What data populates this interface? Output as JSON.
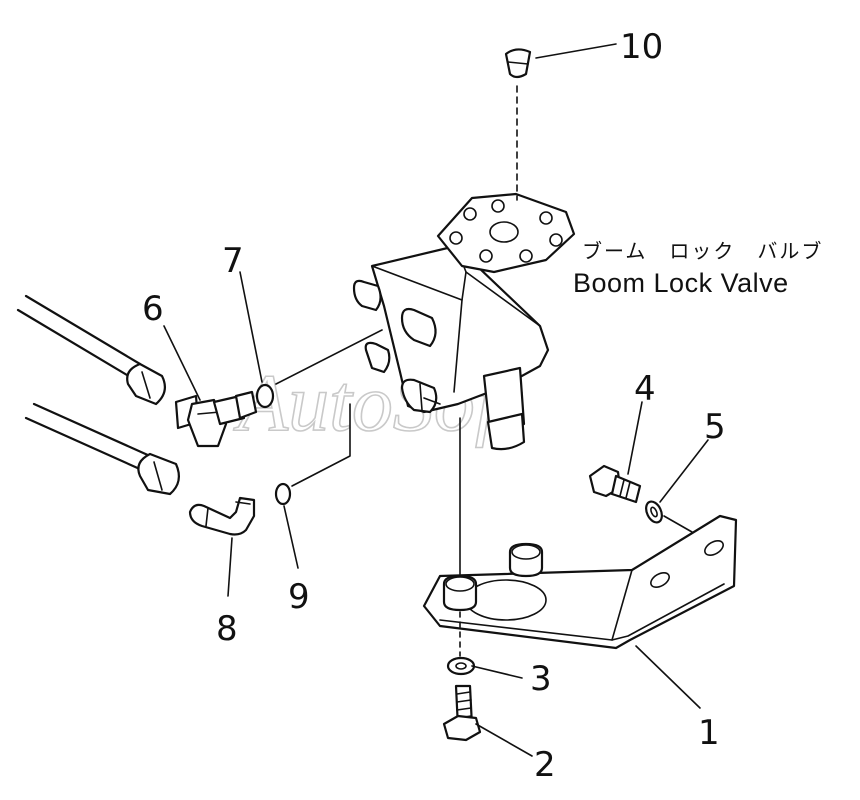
{
  "diagram": {
    "title_japanese": "ブーム　ロック　バルブ",
    "title_english": "Boom Lock Valve",
    "watermark": "AutoSoft",
    "callouts": [
      {
        "id": "callout-1",
        "number": "1"
      },
      {
        "id": "callout-2",
        "number": "2"
      },
      {
        "id": "callout-3",
        "number": "3"
      },
      {
        "id": "callout-4",
        "number": "4"
      },
      {
        "id": "callout-5",
        "number": "5"
      },
      {
        "id": "callout-6",
        "number": "6"
      },
      {
        "id": "callout-7",
        "number": "7"
      },
      {
        "id": "callout-8",
        "number": "8"
      },
      {
        "id": "callout-9",
        "number": "9"
      },
      {
        "id": "callout-10",
        "number": "10"
      }
    ]
  }
}
